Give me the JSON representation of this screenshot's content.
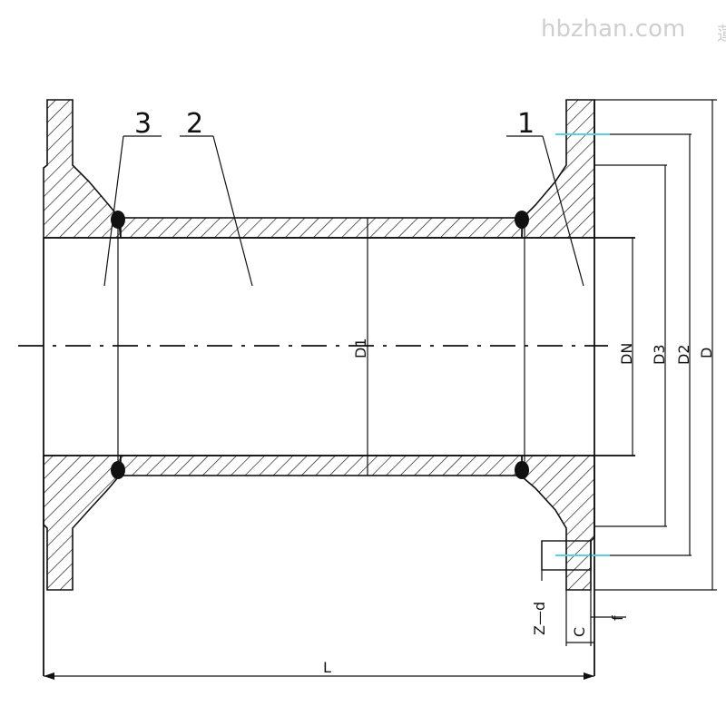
{
  "watermark": "hbzhan.com",
  "parts": {
    "part1": "1",
    "part2": "2",
    "part3": "3"
  },
  "dimensions": {
    "d1": "D1",
    "dn": "DN",
    "d3": "D3",
    "d2": "D2",
    "d": "D",
    "z_d": "Z—d",
    "f": "f",
    "c": "C",
    "l": "L"
  },
  "colors": {
    "line": "#111111",
    "bolt_mark": "#5ad0e0",
    "watermark": "#cfcfcf"
  }
}
